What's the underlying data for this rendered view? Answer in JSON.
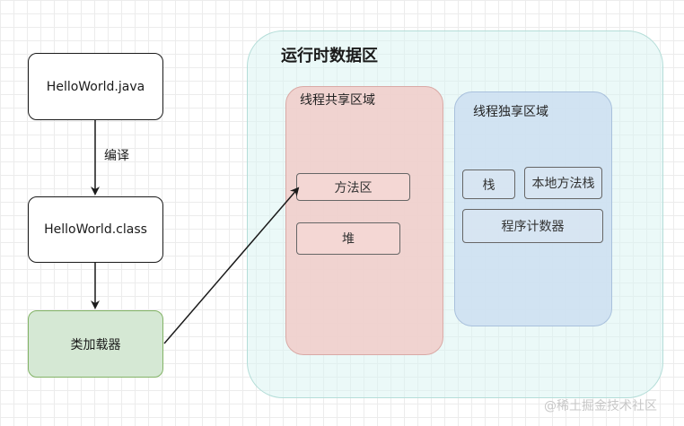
{
  "nodes": {
    "source": "HelloWorld.java",
    "classfile": "HelloWorld.class",
    "loader": "类加载器"
  },
  "edges": {
    "compile_label": "编译"
  },
  "runtime": {
    "title": "运行时数据区",
    "shared": {
      "title": "线程共享区域",
      "items": [
        "方法区",
        "堆"
      ]
    },
    "private": {
      "title": "线程独享区域",
      "items": [
        "栈",
        "本地方法栈",
        "程序计数器"
      ]
    }
  },
  "watermark": "@稀土掘金技术社区"
}
